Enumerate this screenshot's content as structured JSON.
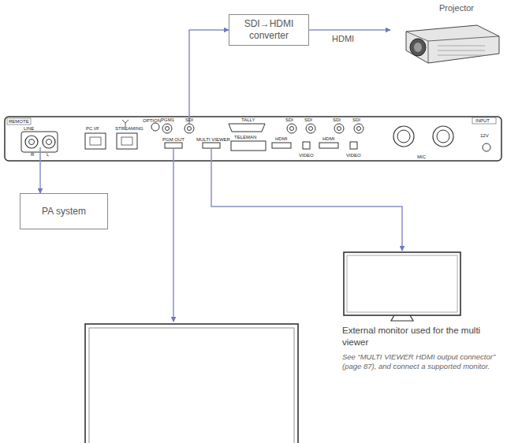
{
  "diagram": {
    "nodes": [
      {
        "text": [
          "SDI→HDMI converter"
        ]
      },
      {
        "text": [
          "Projector"
        ]
      },
      {
        "text": [
          "REMOTE",
          "OPTION",
          "LINE",
          "R",
          "L",
          "PC I/F",
          "STREAMING",
          "PGM1",
          "SDI",
          "PGM OUT",
          "MULTI VIEWER",
          "TALLY",
          "TELEMAN",
          "SDI",
          "SDI",
          "SDI",
          "SDI",
          "VIDEO",
          "VIDEO",
          "HDMI",
          "HDMI",
          "MIC",
          "INPUT",
          "12V"
        ]
      },
      {
        "text": [
          "PA system"
        ]
      },
      {
        "text": [
          "External monitor used for the multi viewer",
          "See “MULTI VIEWER HDMI output connector” (page 87), and connect a supported monitor."
        ]
      }
    ],
    "edges": [
      {
        "from": 2,
        "to": 0,
        "arrow": "to"
      },
      {
        "from": 0,
        "to": 1,
        "label": "HDMI",
        "arrow": "to"
      },
      {
        "from": 2,
        "to": 3,
        "arrow": "to"
      },
      {
        "from": 2,
        "to": 4,
        "arrow": "to"
      }
    ]
  }
}
